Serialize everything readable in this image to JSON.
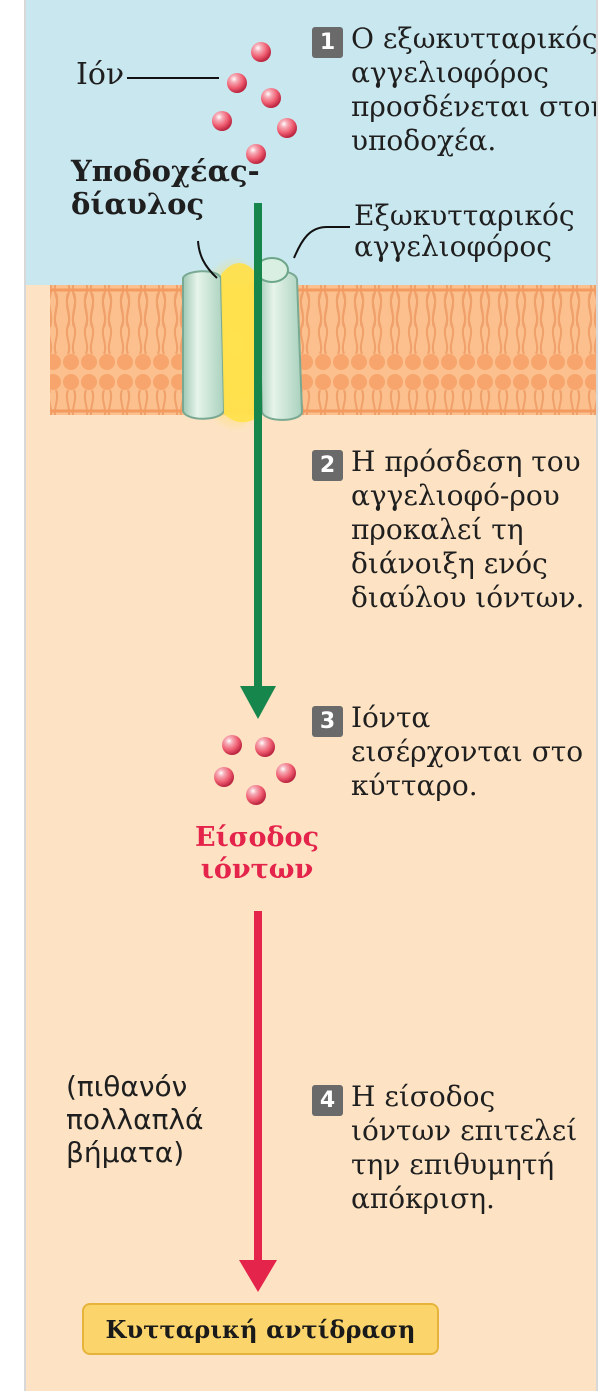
{
  "labels": {
    "ion": "Ιόν",
    "receptor_channel": "Υποδοχέας-\nδίαυλος",
    "extracellular_messenger": "Εξωκυτταρικός\nαγγελιοφόρος",
    "ion_entry": "Είσοδος\nιόντων",
    "multiple_steps": "(πιθανόν πολλαπλά βήματα)"
  },
  "steps": [
    {
      "number": "1",
      "text": "Ο εξωκυτταρικός αγγελιοφόρος προσδένεται στον υποδοχέα."
    },
    {
      "number": "2",
      "text": "Η πρόσδεση του αγγελιοφό-ρου προκαλεί τη διάνοιξη ενός διαύλου ιόντων."
    },
    {
      "number": "3",
      "text": "Ιόντα εισέρχονται στο κύτταρο."
    },
    {
      "number": "4",
      "text": "Η είσοδος ιόντων επιτελεί την επιθυμητή απόκριση."
    }
  ],
  "response": {
    "label": "Κυτταρική αντίδραση"
  },
  "colors": {
    "extracellular": "#c9e7ef",
    "intracellular": "#fde3c4",
    "membrane": "#f59c62",
    "channel": "#cfe8d9",
    "channel_highlight": "#ffe04d",
    "ion": "#ef5c70",
    "green_arrow": "#17864d",
    "red_arrow": "#e4244b",
    "response_box": "#fbd56b"
  }
}
